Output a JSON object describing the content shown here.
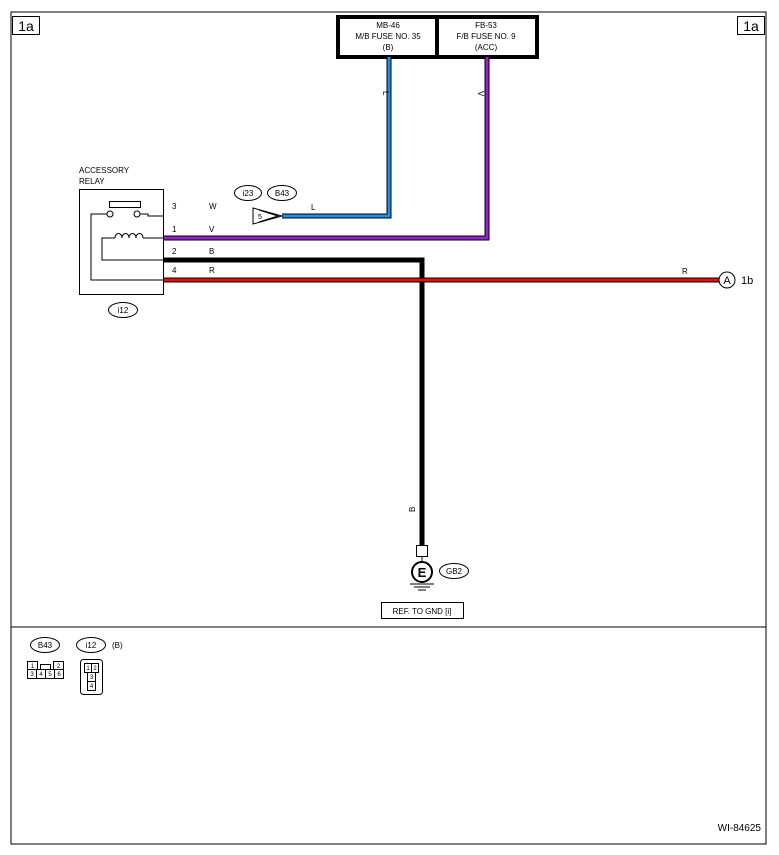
{
  "page": {
    "corner_left": "1a",
    "corner_right": "1a",
    "diagram_id": "WI-84625"
  },
  "fuses": [
    {
      "line1": "MB-46",
      "line2": "M/B FUSE NO. 35",
      "line3": "(B)"
    },
    {
      "line1": "FB-53",
      "line2": "F/B FUSE NO. 9",
      "line3": "(ACC)"
    }
  ],
  "relay": {
    "label_line1": "ACCESSORY",
    "label_line2": "RELAY",
    "connector": "i12",
    "pins": [
      {
        "pin": "3",
        "color": "W"
      },
      {
        "pin": "1",
        "color": "V"
      },
      {
        "pin": "2",
        "color": "B"
      },
      {
        "pin": "4",
        "color": "R"
      }
    ]
  },
  "wires": {
    "blue_label": "L",
    "blue_label_h": "L",
    "violet_label": "V",
    "black_label": "B",
    "red_label": "R",
    "colors": {
      "blue": "#1e90e6",
      "violet": "#9a1fd0",
      "black": "#000000",
      "red": "#e01010"
    }
  },
  "connector_i23": {
    "id": "i23",
    "mate": "B43",
    "pin": "5"
  },
  "connection_point": {
    "letter": "A",
    "ref": "1b"
  },
  "ground": {
    "symbol": "E",
    "id": "GB2",
    "ref": "REF. TO GND [i]"
  },
  "legend": {
    "b43": {
      "name": "B43",
      "cells": [
        "1",
        "2",
        "3",
        "4",
        "5",
        "6"
      ]
    },
    "i12": {
      "name": "i12",
      "note": "(B)",
      "cells": [
        "1",
        "2",
        "3",
        "4"
      ]
    }
  }
}
